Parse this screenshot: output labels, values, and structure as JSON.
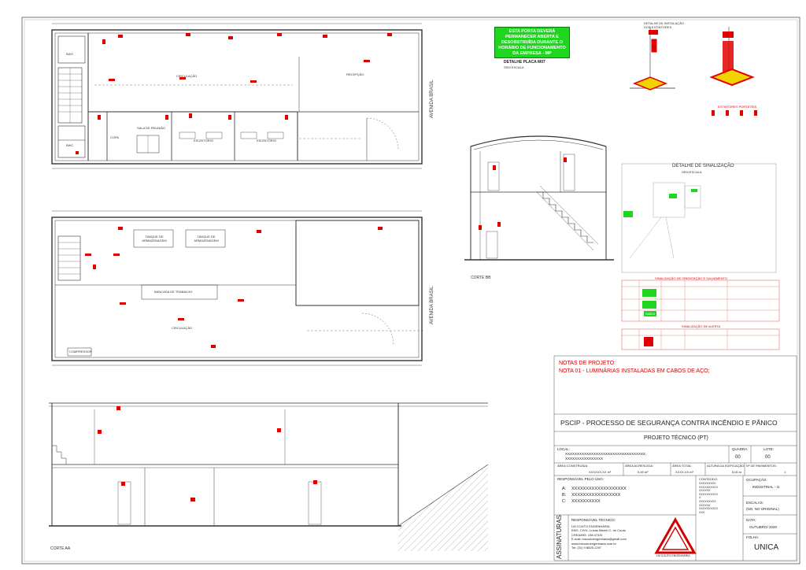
{
  "sign": {
    "text": "ESTA PORTA DEVERÁ PERMANECER ABERTA E DESOBSTRUÍDA DURANTE O HORÁRIO DE FUNCIONAMENTO DA EMPRESA - MP",
    "caption": "DETALHE PLACA M07",
    "scale": "SEM ESCALA",
    "color": "#1fd61f"
  },
  "labels": {
    "circulacao": "CIRCULAÇÃO",
    "recepcao": "RECEPÇÃO",
    "sala_reuniao": "SALA DE REUNIÃO",
    "escritorio": "ESCRITÓRIO",
    "copa": "COPA",
    "bwc": "BWC",
    "avenida": "AVENIDA BRASIL",
    "tanque1": "TANQUE DE ARMAZENAGEM",
    "tanque2": "TANQUE DE ARMAZENAGEM",
    "bancada": "BANCADA DE TRABALHO",
    "compressor": "COMPRESSOR",
    "corte_bb": "CORTE BB",
    "corte_aa": "CORTE AA",
    "detalhe_inst": "DETALHE DE INSTALAÇÃO DOS EXTINTORES",
    "detalhe_sin": "DETALHE DE SINALIZAÇÃO",
    "detalhe_sin_scale": "SEM ESCALA",
    "extintores": "EXTINTORES PORTÁTEIS",
    "tab_orient_title": "SINALIZAÇÃO DE ORIENTAÇÃO E SALVAMENTO",
    "tab_alerta_title": "SINALIZAÇÃO DE ALERTA",
    "saida": "SAÍDA"
  },
  "notes": {
    "title": "NOTAS DE PROJETO:",
    "note1": "NOTA 01 - LUMINÁRIAS INSTALADAS EM CABOS DE AÇO;"
  },
  "title_block": {
    "main": "PSCIP - PROCESSO DE SEGURANÇA CONTRA INCÊNDIO E PÂNICO",
    "project_type": "PROJETO TÉCNICO (PT)",
    "local_label": "LOCAL:",
    "local_value1": "XXXXXXXXXXXXXXXXXXXXXXXXXXXXXXXXXX",
    "local_value2": "XXXXXXXXXXXXXXXX",
    "quadra_label": "QUADRA:",
    "quadra_value": "00",
    "lote_label": "LOTE:",
    "lote_value": "00",
    "area_construida_label": "ÁREA CONSTRUÍDA:",
    "area_construida_value": "XXXXXX,XX m²",
    "area_acrescida_label": "ÁREA ACRESCIDA:",
    "area_acrescida_value": "0,00 m²",
    "area_total_label": "ÁREA TOTAL:",
    "area_total_value": "XXXX,XX m²",
    "altura_label": "ALTURA DA EDIFICAÇÃO:",
    "altura_value": "5,00 m",
    "pavimentos_label": "Nº DE PAVIMENTOS:",
    "pavimentos_value": "1",
    "responsavel_label": "RESPONSÁVEL PELO USO:",
    "resp_a_key": "A:",
    "resp_a_value": "XXXXXXXXXXXXXXXXXXX",
    "resp_b_key": "B:",
    "resp_b_value": "XXXXXXXXXXXXXXXXX",
    "resp_c_key": "C:",
    "resp_c_value": "XXXXXXXXXX",
    "conteudo_label": "CONTEÚDO:",
    "conteudo_lines": [
      "XXXXXXXXX",
      "XXXXXXXXXX",
      "XXXXXX",
      "XXXXXXXXXX",
      "X",
      "XXXXXXXXX",
      "XXXXXX",
      "XXXXXXXXXX",
      "XXX"
    ],
    "ocupacao_label": "OCUPAÇÃO:",
    "ocupacao_value": "INDUSTRIAL - I1",
    "escalas_label": "ESCALAS:",
    "escalas_value": "(NO, NO ORIGINAL)",
    "data_label": "DATA:",
    "data_value": "OUTUBRO/ 2020",
    "folha_label": "FOLHA:",
    "folha_value": "UNICA",
    "assinaturas": "ASSINATURAS",
    "resp_tecnico_label": "RESPONSÁVEL TÉCNICO:",
    "rt_line1": "LM COUTO ENGENHARIA",
    "rt_line2": "ENG. CIVIL: Lucas Maciel C. do Couto",
    "rt_line3": "CREA/MG: 198.474/D",
    "rt_line4": "E-mail: lmcoutoengenharia@gmail.com",
    "rt_line5": "www.lmcoutoengenharia.com.br",
    "rt_line6": "Tel: (31) 9 8825-1297",
    "logo_text": "LM COUTO ENGENHARIA"
  },
  "colors": {
    "line": "#333333",
    "red": "#e00000",
    "green": "#1fd61f",
    "yellow": "#f2d200",
    "border": "#555555"
  }
}
